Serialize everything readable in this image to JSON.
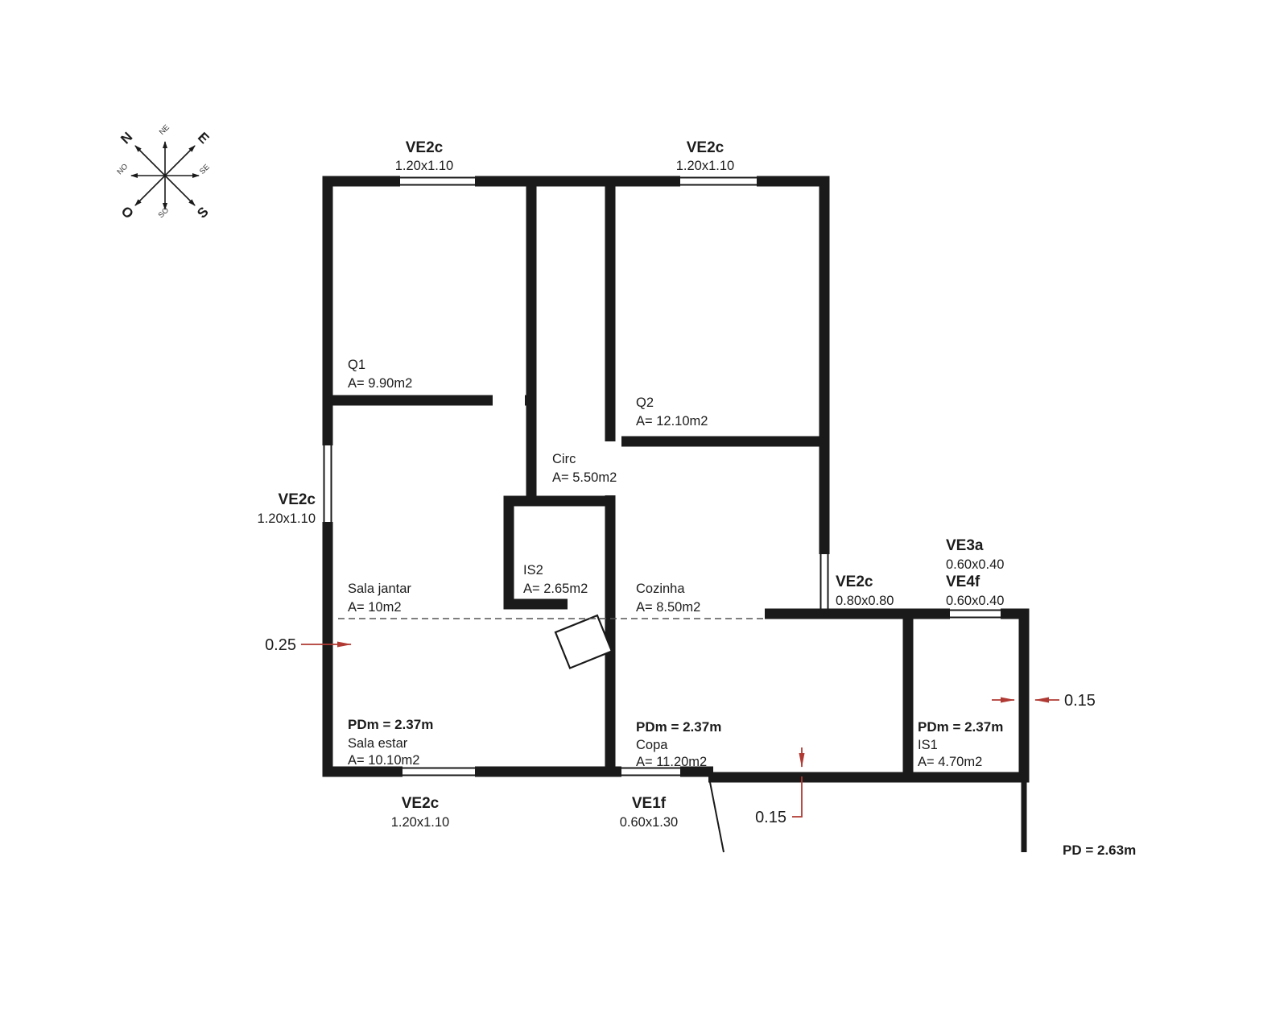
{
  "colors": {
    "wall": "#1a1a1a",
    "red": "#b03a33"
  },
  "compass": {
    "cardinals": [
      "N",
      "E",
      "S",
      "O"
    ],
    "intercardinals": [
      "NE",
      "SE",
      "SO",
      "NO"
    ]
  },
  "rooms": {
    "q1": {
      "name": "Q1",
      "area": "A= 9.90m2"
    },
    "q2": {
      "name": "Q2",
      "area": "A= 12.10m2"
    },
    "circ": {
      "name": "Circ",
      "area": "A= 5.50m2"
    },
    "is2": {
      "name": "IS2",
      "area": "A= 2.65m2"
    },
    "sala_jantar": {
      "name": "Sala jantar",
      "area": "A= 10m2"
    },
    "cozinha": {
      "name": "Cozinha",
      "area": "A= 8.50m2"
    },
    "sala_estar": {
      "pdm": "PDm = 2.37m",
      "name": "Sala estar",
      "area": "A= 10.10m2"
    },
    "copa": {
      "pdm": "PDm = 2.37m",
      "name": "Copa",
      "area": "A= 11.20m2"
    },
    "is1": {
      "pdm": "PDm = 2.37m",
      "name": "IS1",
      "area": "A= 4.70m2"
    }
  },
  "windows": {
    "top1": {
      "code": "VE2c",
      "size": "1.20x1.10"
    },
    "top2": {
      "code": "VE2c",
      "size": "1.20x1.10"
    },
    "left": {
      "code": "VE2c",
      "size": "1.20x1.10"
    },
    "bottom1": {
      "code": "VE2c",
      "size": "1.20x1.10"
    },
    "ve1f": {
      "code": "VE1f",
      "size": "0.60x1.30"
    },
    "right": {
      "code": "VE2c",
      "size": "0.80x0.80"
    },
    "ve3a": {
      "code": "VE3a",
      "size": "0.60x0.40"
    },
    "ve4f": {
      "code": "VE4f",
      "size": "0.60x0.40"
    }
  },
  "dimensions": {
    "wall_left": "0.25",
    "wall_bottom": "0.15",
    "wall_right": "0.15"
  },
  "annotations": {
    "pd": "PD = 2.63m"
  }
}
